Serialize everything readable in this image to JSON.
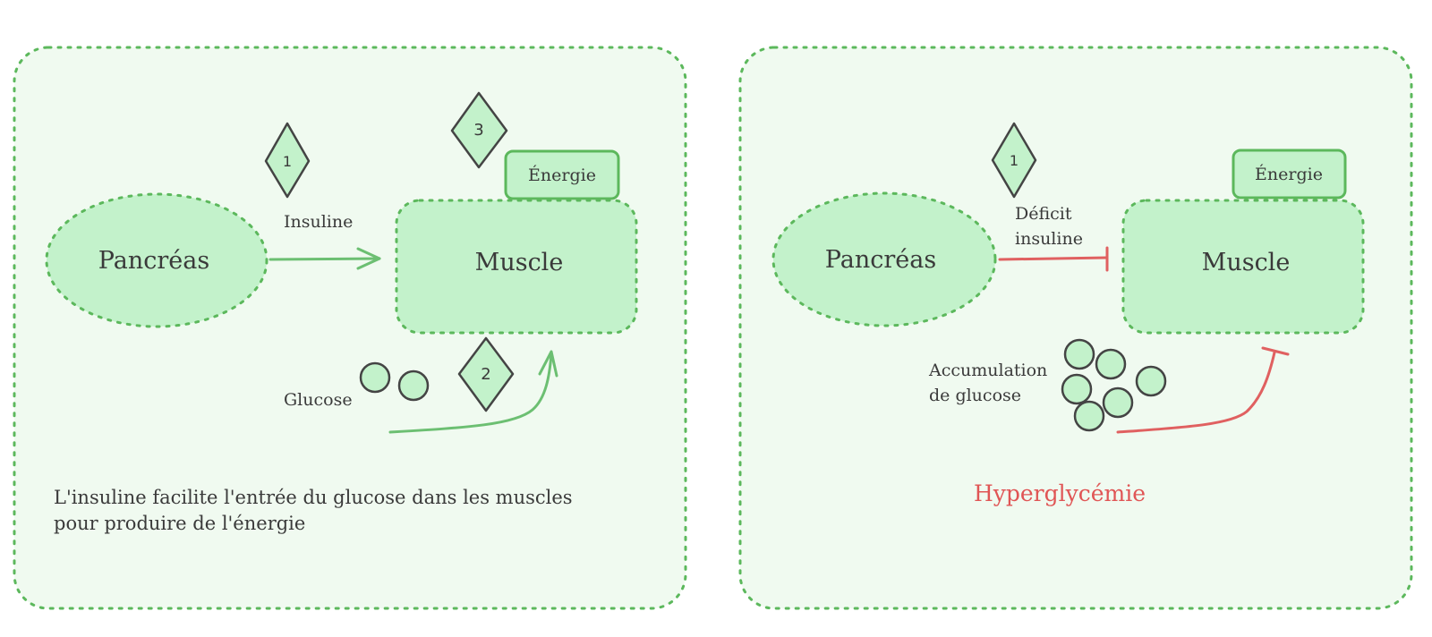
{
  "colors": {
    "panel_fill": "#f0faf0",
    "panel_stroke": "#5cb85c",
    "shape_fill": "#c3f2cb",
    "shape_stroke_dotted": "#5cb85c",
    "outline": "#444444",
    "arrow_green": "#6cbf72",
    "inhibit_red": "#e06060",
    "text": "#3a3a3a",
    "alert_text": "#e05555"
  },
  "left_panel": {
    "pancreas_label": "Pancréas",
    "muscle_label": "Muscle",
    "energy_label": "Énergie",
    "insulin_label": "Insuline",
    "glucose_label": "Glucose",
    "step_1": "1",
    "step_2": "2",
    "step_3": "3",
    "caption_line1": "L'insuline facilite l'entrée du glucose dans les muscles",
    "caption_line2": "pour produire de l'énergie"
  },
  "right_panel": {
    "pancreas_label": "Pancréas",
    "muscle_label": "Muscle",
    "energy_label": "Énergie",
    "deficit_line1": "Déficit",
    "deficit_line2": "insuline",
    "step_1": "1",
    "accumulation_line1": "Accumulation",
    "accumulation_line2": "de glucose",
    "alert_label": "Hyperglycémie"
  }
}
